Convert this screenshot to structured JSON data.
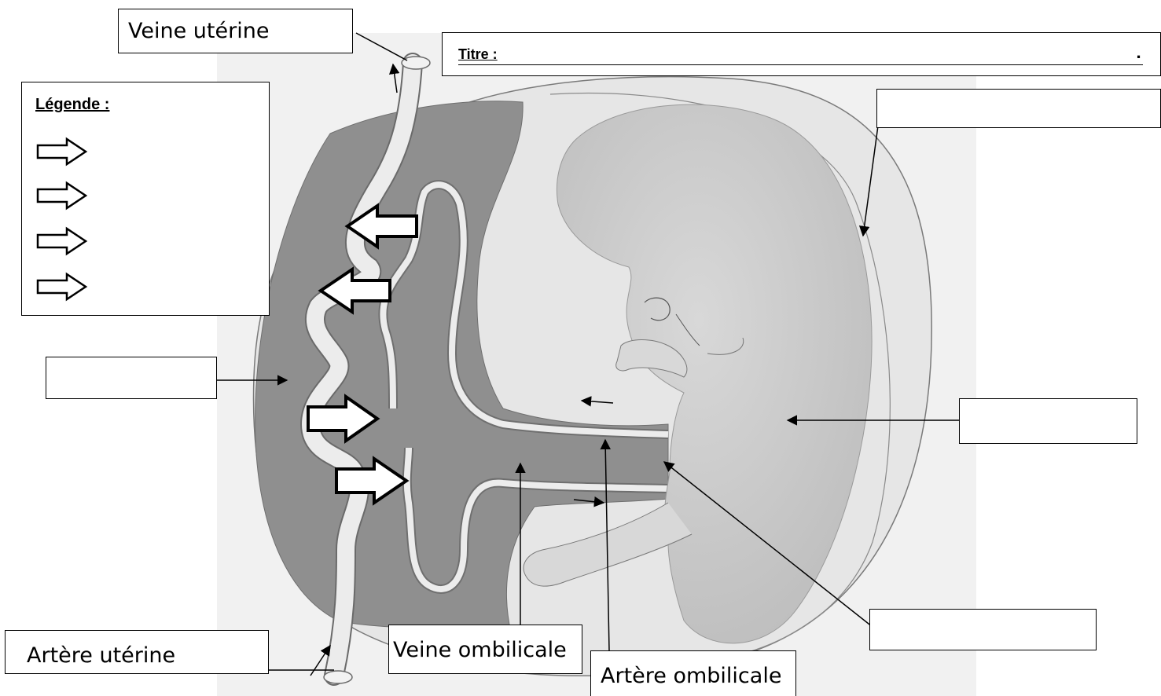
{
  "title_box": {
    "label": "Titre :",
    "value": "",
    "end_mark": "."
  },
  "legend": {
    "title": "Légende :",
    "items": [
      {
        "icon": "arrow-right-outline-icon",
        "text": ""
      },
      {
        "icon": "arrow-right-outline-icon",
        "text": ""
      },
      {
        "icon": "arrow-right-outline-icon",
        "text": ""
      },
      {
        "icon": "arrow-right-outline-icon",
        "text": ""
      }
    ]
  },
  "labels": {
    "veine_uterine": "Veine utérine",
    "artere_uterine": "Artère utérine",
    "veine_ombilicale": "Veine ombilicale",
    "artere_ombilicale": "Artère ombilicale",
    "blank_amnion": "",
    "blank_placenta": "",
    "blank_foetus": "",
    "blank_cordon": ""
  },
  "colors": {
    "placenta": "#8f8f8f",
    "amniotic_cavity": "#e4e4e4",
    "fetus": "#cfcfcf",
    "vessel_fill": "#ececec",
    "exchange_arrow_fill": "#ffffff"
  }
}
